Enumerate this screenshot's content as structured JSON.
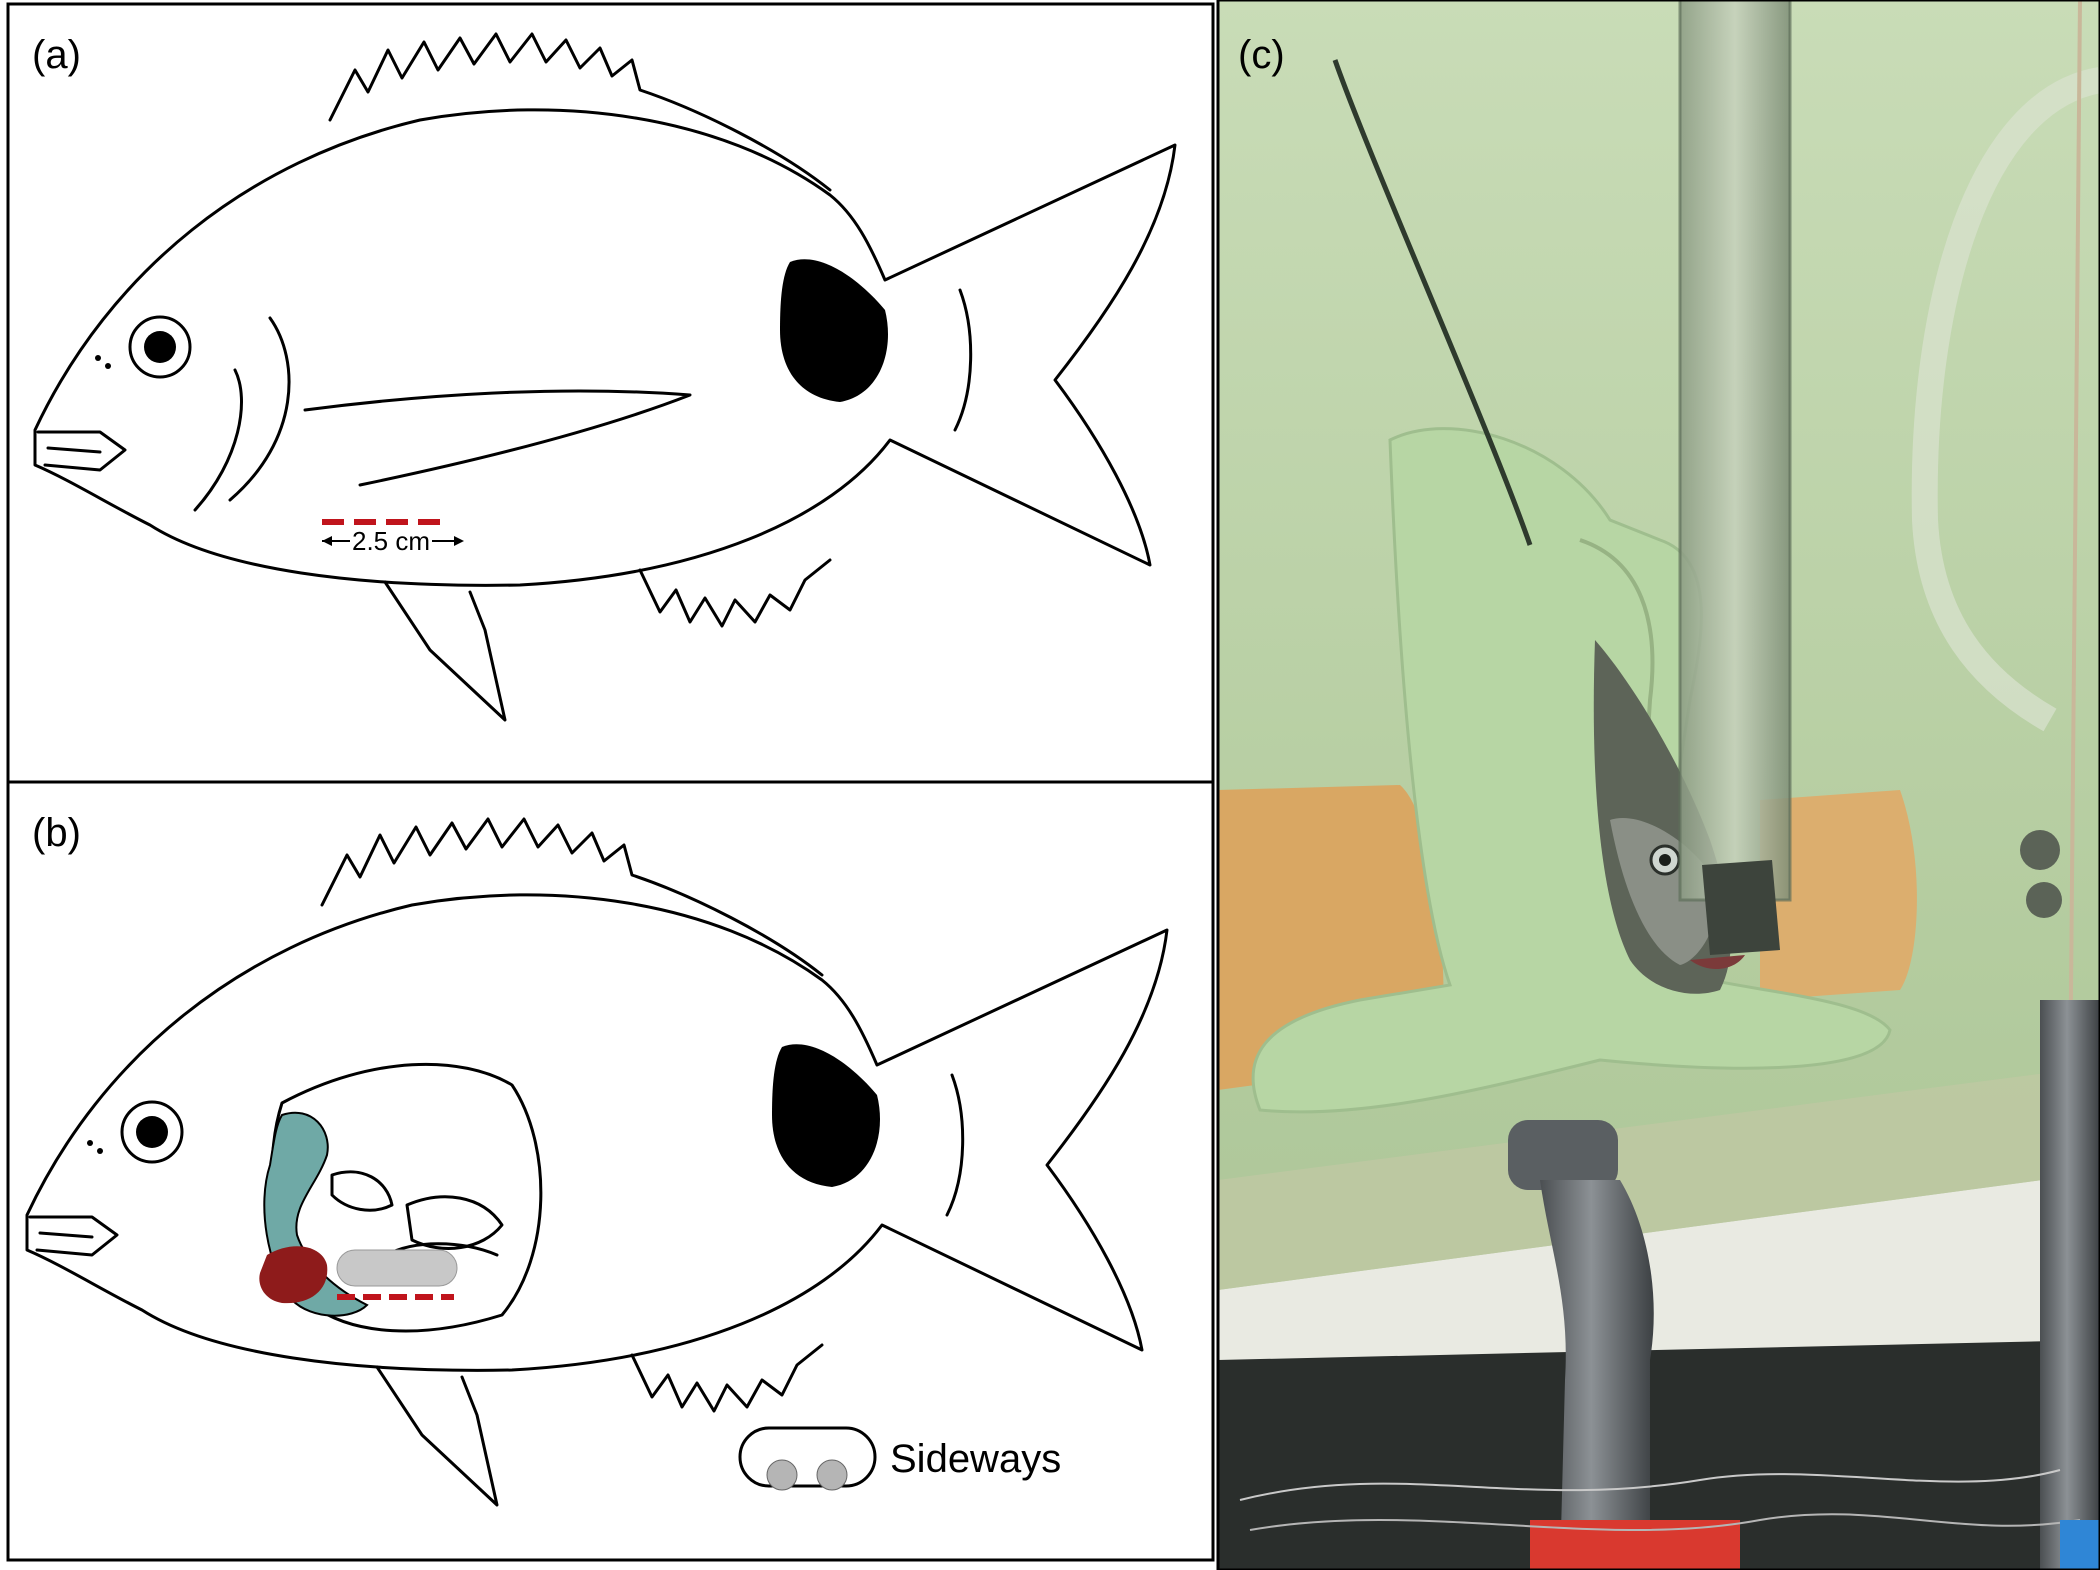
{
  "panels": {
    "a": {
      "label": "(a)",
      "scale_label": "2.5 cm"
    },
    "b": {
      "label": "(b)",
      "legend_label": "Sideways"
    },
    "c": {
      "label": "(c)"
    }
  },
  "colors": {
    "incision_red": "#c0141c",
    "heart_red": "#8e1b1b",
    "gill_teal": "#6fa9a6",
    "implant_gray": "#c8c8c8",
    "tail_spot": "#000000",
    "water_green": "#b9cfa6"
  }
}
